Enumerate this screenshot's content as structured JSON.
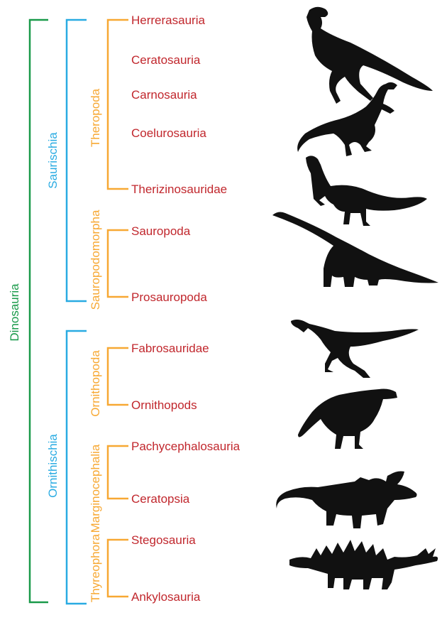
{
  "root": {
    "label": "Dinosauria",
    "color": "#1a9a4a"
  },
  "orders": [
    {
      "label": "Saurischia",
      "color": "#29abe2"
    },
    {
      "label": "Ornithischia",
      "color": "#29abe2"
    }
  ],
  "suborders": [
    {
      "label": "Theropoda",
      "color": "#f7a833"
    },
    {
      "label": "Sauropodomorpha",
      "color": "#f7a833"
    },
    {
      "label": "Ornithopoda",
      "color": "#f7a833"
    },
    {
      "label": "Marginocephalia",
      "color": "#f7a833"
    },
    {
      "label": "Thyreophora",
      "color": "#f7a833"
    }
  ],
  "taxa": [
    {
      "label": "Herrerasauria",
      "color": "#c1272d",
      "silhouette": "herrerasaurus-silhouette"
    },
    {
      "label": "Ceratosauria",
      "color": "#c1272d"
    },
    {
      "label": "Carnosauria",
      "color": "#c1272d",
      "silhouette": "theropod-silhouette"
    },
    {
      "label": "Coelurosauria",
      "color": "#c1272d"
    },
    {
      "label": "Therizinosauridae",
      "color": "#c1272d",
      "silhouette": "therizinosaur-silhouette"
    },
    {
      "label": "Sauropoda",
      "color": "#c1272d",
      "silhouette": "sauropod-silhouette"
    },
    {
      "label": "Prosauropoda",
      "color": "#c1272d"
    },
    {
      "label": "Fabrosauridae",
      "color": "#c1272d",
      "silhouette": "fabrosaur-silhouette"
    },
    {
      "label": "Ornithopods",
      "color": "#c1272d",
      "silhouette": "ornithopod-silhouette"
    },
    {
      "label": "Pachycephalosauria",
      "color": "#c1272d"
    },
    {
      "label": "Ceratopsia",
      "color": "#c1272d",
      "silhouette": "ceratopsian-silhouette"
    },
    {
      "label": "Stegosauria",
      "color": "#c1272d"
    },
    {
      "label": "Ankylosauria",
      "color": "#c1272d",
      "silhouette": "stegosaur-silhouette"
    }
  ]
}
